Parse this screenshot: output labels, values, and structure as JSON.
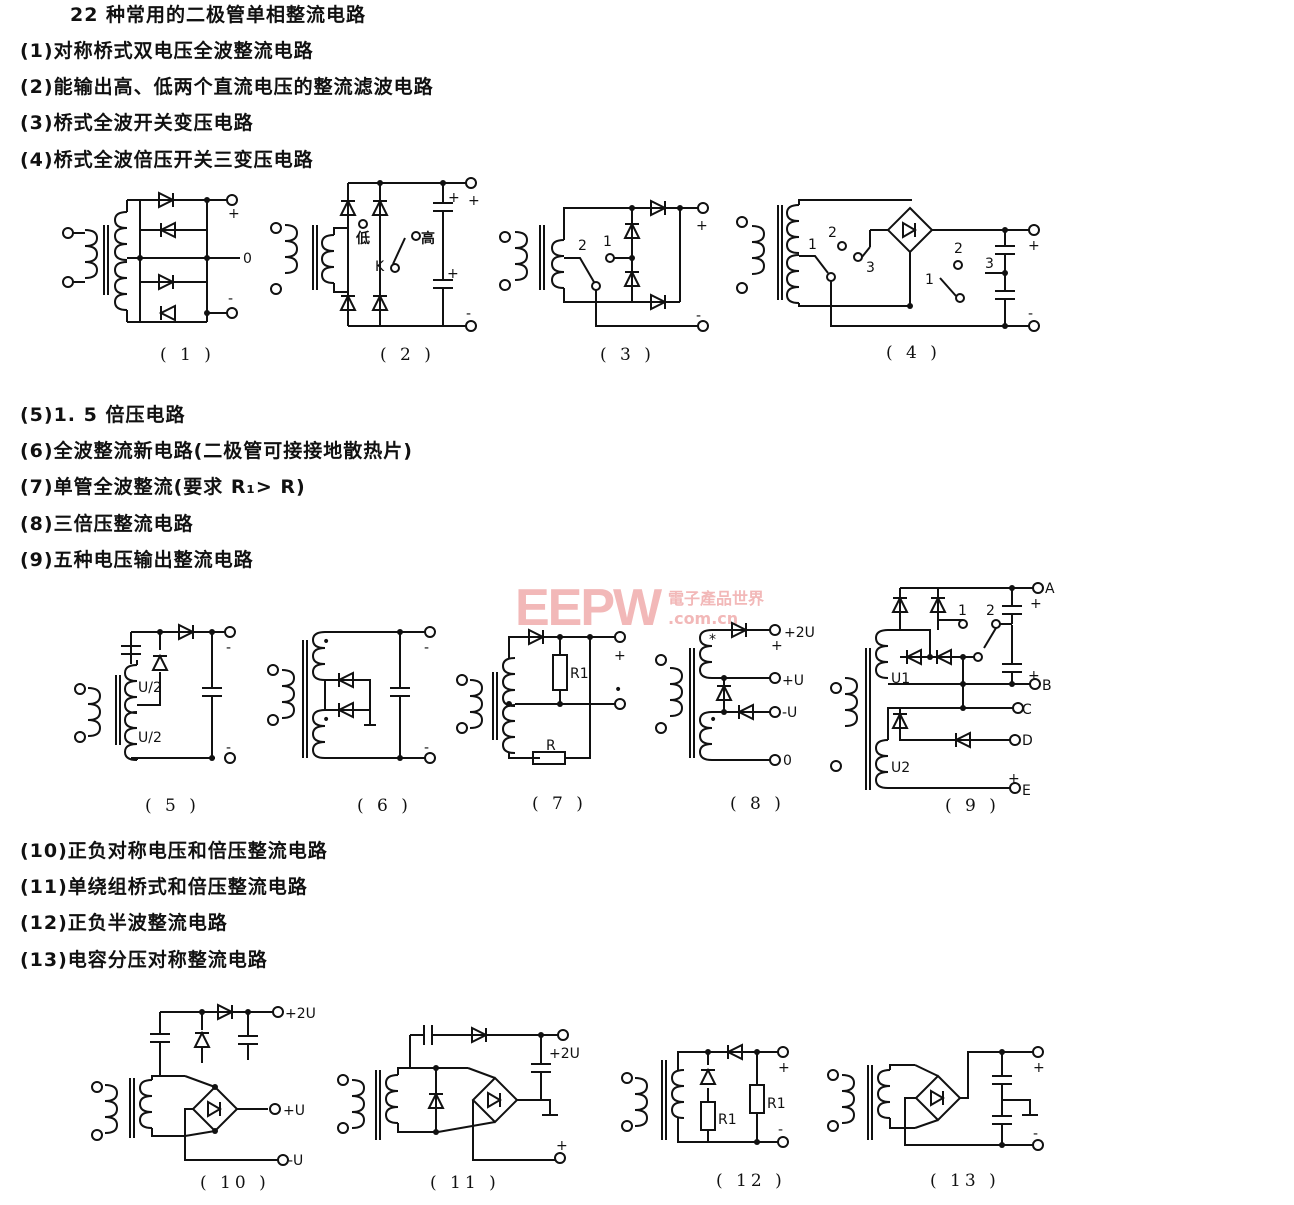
{
  "title": "22 种常用的二极管单相整流电路",
  "groups": [
    {
      "lines": [
        "(1)对称桥式双电压全波整流电路",
        "(2)能输出高、低两个直流电压的整流滤波电路",
        "(3)桥式全波开关变压电路",
        "(4)桥式全波倍压开关三变压电路"
      ]
    },
    {
      "lines": [
        "(5)1. 5 倍压电路",
        "(6)全波整流新电路(二极管可接接地散热片)",
        "(7)单管全波整流(要求 R₁> R)",
        "(8)三倍压整流电路",
        "(9)五种电压输出整流电路"
      ]
    },
    {
      "lines": [
        "(10)正负对称电压和倍压整流电路",
        "(11)单绕组桥式和倍压整流电路",
        "(12)正负半波整流电路",
        "(13)电容分压对称整流电路"
      ]
    }
  ],
  "captions": [
    "( 1 )",
    "( 2 )",
    "( 3 )",
    "( 4 )",
    "( 5 )",
    "( 6 )",
    "( 7 )",
    "( 8 )",
    "( 9 )",
    "( 10 )",
    "( 11 )",
    "( 12 )",
    "( 13 )"
  ],
  "labels": {
    "c1": [
      "+",
      "0",
      "-"
    ],
    "c2": [
      "低",
      "高",
      "K",
      "+",
      "+",
      "+",
      "-"
    ],
    "c3": [
      "2",
      "1",
      "+",
      "-"
    ],
    "c4": [
      "1",
      "2",
      "3",
      "2",
      "1",
      "3",
      "+",
      "-"
    ],
    "c5": [
      "U/2",
      "U/2",
      "-",
      "-"
    ],
    "c6": [
      "•",
      "•",
      "-",
      "-"
    ],
    "c7": [
      "R1",
      "R",
      "+",
      "•"
    ],
    "c8": [
      "*",
      "•",
      "+2U",
      "+U",
      "-U",
      "0",
      "+"
    ],
    "c9": [
      "A",
      "B",
      "C",
      "D",
      "E",
      "U1",
      "U2",
      "1",
      "2",
      "+",
      "+",
      "+"
    ],
    "c10": [
      "+2U",
      "+U",
      "-U"
    ],
    "c11": [
      "+2U",
      "+"
    ],
    "c12": [
      "R1",
      "R1",
      "+",
      "-"
    ],
    "c13": [
      "+",
      "-"
    ]
  },
  "watermark": {
    "brand": "EEPW",
    "site": "電子產品世界",
    "url": ".com.cn"
  }
}
